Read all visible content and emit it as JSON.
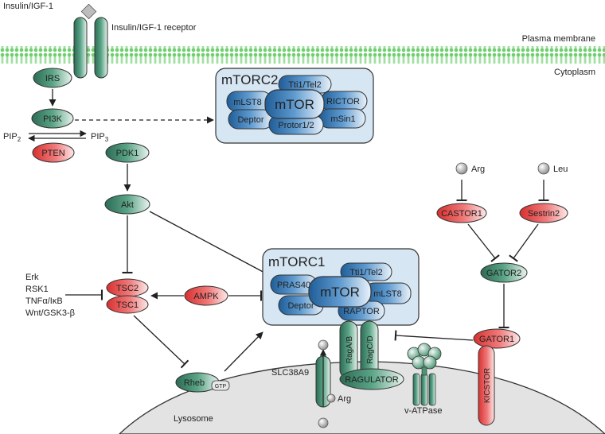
{
  "membrane": {
    "ligand": "Insulin/IGF-1",
    "receptor": "Insulin/IGF-1 receptor",
    "plasma_membrane": "Plasma membrane",
    "cytoplasm": "Cytoplasm"
  },
  "nodes": {
    "irs": "IRS",
    "pi3k": "PI3K",
    "pip2": "PIP",
    "pip2_sub": "2",
    "pip3": "PIP",
    "pip3_sub": "3",
    "pten": "PTEN",
    "pdk1": "PDK1",
    "akt": "Akt",
    "tsc2": "TSC2",
    "tsc1": "TSC1",
    "ampk": "AMPK",
    "rheb": "Rheb",
    "gtp": "GTP",
    "arg_top": "Arg",
    "leu": "Leu",
    "castor1": "CASTOR1",
    "sestrin2": "Sestrin2",
    "gator2": "GATOR2",
    "gator1": "GATOR1",
    "kicstor": "KICSTOR",
    "raga_b": "RagA/B",
    "ragc_d": "RagC/D",
    "ragulator": "RAGULATOR",
    "slc38a9": "SLC38A9",
    "arg_channel": "Arg",
    "v_atpase": "v-ATPase",
    "lysosome": "Lysosome"
  },
  "upstream": {
    "lines": [
      "Erk",
      "RSK1",
      "TNFα/IκB",
      "Wnt/GSK3-β"
    ]
  },
  "mtorc2": {
    "title": "mTORC2",
    "mtor": "mTOR",
    "tti1": "Tti1/Tel2",
    "mlst8": "mLST8",
    "rictor": "RICTOR",
    "deptor": "Deptor",
    "msin1": "mSin1",
    "protor": "Protor1/2"
  },
  "mtorc1": {
    "title": "mTORC1",
    "mtor": "mTOR",
    "tti1": "Tti1/Tel2",
    "pras40": "PRAS40",
    "mlst8": "mLST8",
    "deptor": "Deptor",
    "raptor": "RAPTOR"
  },
  "colors": {
    "activator": "#3f8f73",
    "inhibitor": "#e04848",
    "mtor_blue": "#2f6ea8",
    "complex_bg": "#d6e6f3",
    "lysosome": "#e2e2e2"
  }
}
